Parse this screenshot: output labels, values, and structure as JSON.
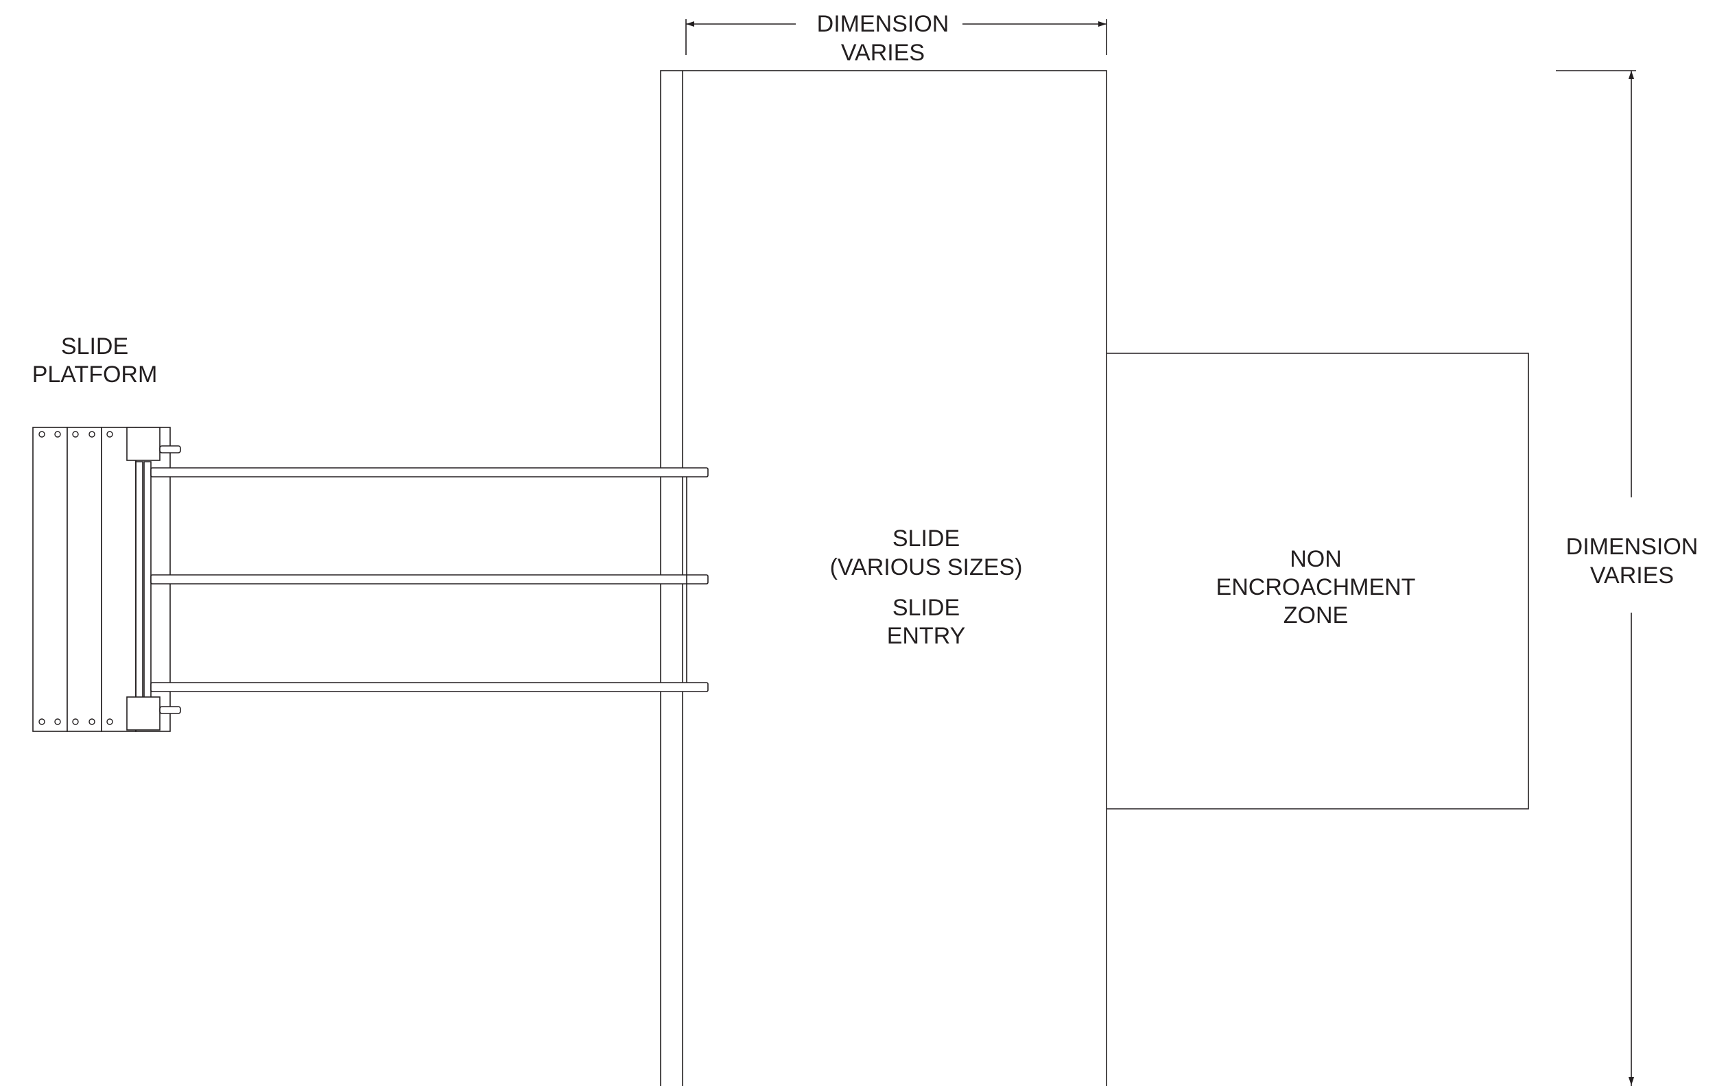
{
  "labels": {
    "top_dimension": [
      "DIMENSION",
      "VARIES"
    ],
    "right_dimension": [
      "DIMENSION",
      "VARIES"
    ],
    "slide_platform": [
      "SLIDE",
      "PLATFORM"
    ],
    "slide": [
      "SLIDE",
      "(VARIOUS SIZES)"
    ],
    "slide_entry": [
      "SLIDE",
      "ENTRY"
    ],
    "non_encroachment_zone": [
      "NON",
      "ENCROACHMENT",
      "ZONE"
    ]
  },
  "colors": {
    "line": "#231f20",
    "background": "#ffffff"
  }
}
